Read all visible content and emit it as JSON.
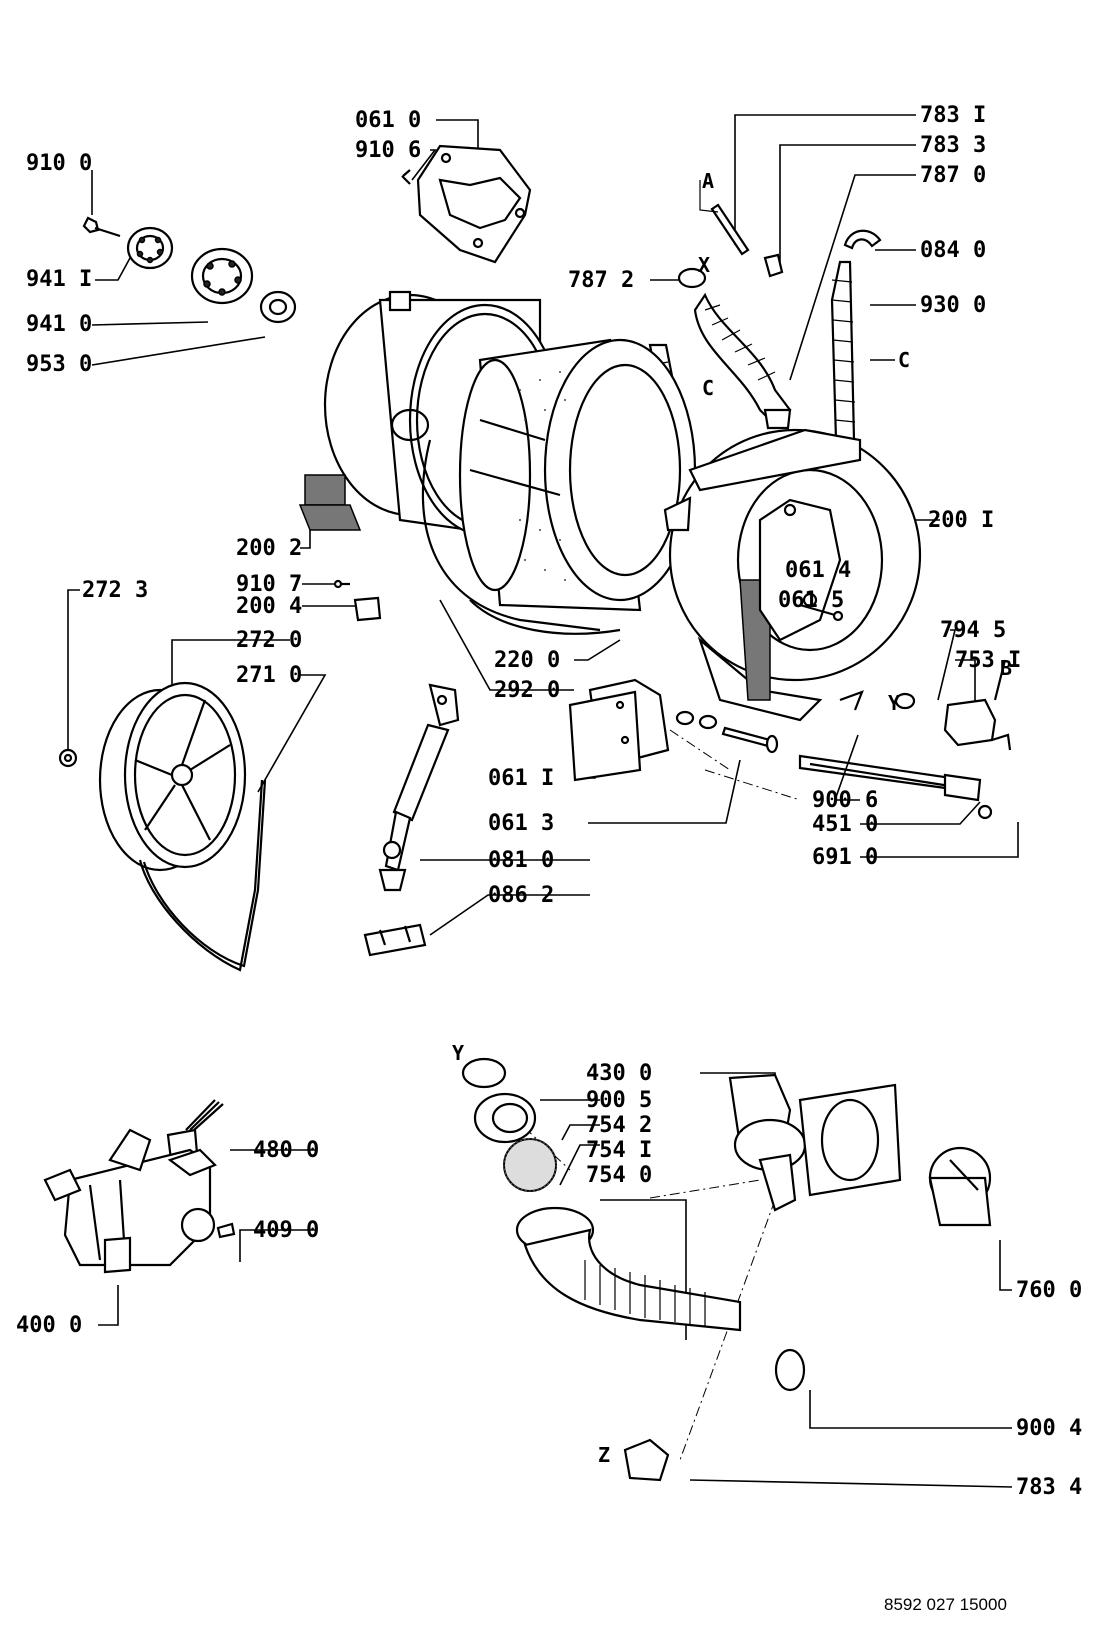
{
  "diagram": {
    "footer_code": "8592 027 15000",
    "part_labels": {
      "p9100": "910 0",
      "p9411": "941 I",
      "p9410": "941 0",
      "p9530": "953 0",
      "p0610": "061 0",
      "p9106": "910 6",
      "p7831": "783 I",
      "p7833": "783 3",
      "p7870": "787 0",
      "p0840": "084 0",
      "p9300": "930 0",
      "p7872": "787 2",
      "p2002": "200 2",
      "p2001": "200 I",
      "p0614": "061 4",
      "p0615": "061 5",
      "p9107": "910 7",
      "p2004": "200 4",
      "p2723": "272 3",
      "p2720": "272 0",
      "p2710": "271 0",
      "p2200": "220 0",
      "p2920": "292 0",
      "p7945": "794 5",
      "p7531": "753 I",
      "p0611": "061 I",
      "p0613": "061 3",
      "p0810": "081 0",
      "p0862": "086 2",
      "p9006": "900 6",
      "p4510": "451 0",
      "p6910": "691 0",
      "p4300": "430 0",
      "p9005": "900 5",
      "p7542": "754 2",
      "p7541": "754 I",
      "p7540": "754 0",
      "p4800": "480 0",
      "p4090": "409 0",
      "p4000": "400 0",
      "p7600": "760 0",
      "p9004": "900 4",
      "p7834": "783 4"
    },
    "letters": {
      "a": "A",
      "x": "X",
      "c1": "C",
      "c2": "C",
      "b": "B",
      "y1": "Y",
      "y2": "Y",
      "z": "Z"
    }
  }
}
